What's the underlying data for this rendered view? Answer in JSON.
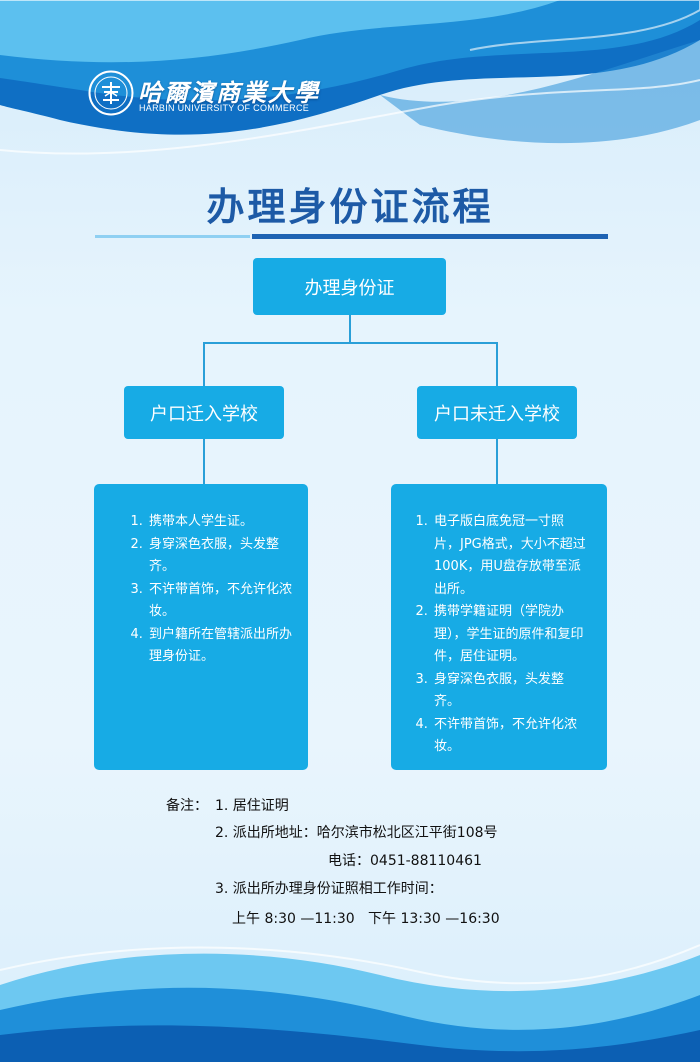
{
  "header": {
    "school_name_cn": "哈爾濱商業大學",
    "school_name_en": "HARBIN UNIVERSITY OF COMMERCE"
  },
  "title": "办理身份证流程",
  "flow": {
    "root": "办理身份证",
    "left_branch": {
      "label": "户口迁入学校",
      "steps": [
        "携带本人学生证。",
        "身穿深色衣服，头发整齐。",
        "不许带首饰，不允许化浓妆。",
        "到户籍所在管辖派出所办理身份证。"
      ]
    },
    "right_branch": {
      "label": "户口未迁入学校",
      "steps": [
        "电子版白底免冠一寸照片，JPG格式，大小不超过100K，用U盘存放带至派出所。",
        "携带学籍证明（学院办理），学生证的原件和复印件，居住证明。",
        "身穿深色衣服，头发整齐。",
        "不许带首饰，不允许化浓妆。"
      ]
    }
  },
  "notes": {
    "label": "备注：",
    "item1": "1. 居住证明",
    "item2": "2. 派出所地址：哈尔滨市松北区江平街108号",
    "phone": "电话：0451-88110461",
    "item3": "3. 派出所办理身份证照相工作时间：",
    "hours": "上午 8:30 —11:30   下午 13:30 —16:30"
  },
  "colors": {
    "title": "#1d5aa6",
    "box": "#17abe5",
    "connector": "#2a9fd8",
    "rule_dark": "#1e63b3",
    "rule_light": "#8fd0f2"
  }
}
